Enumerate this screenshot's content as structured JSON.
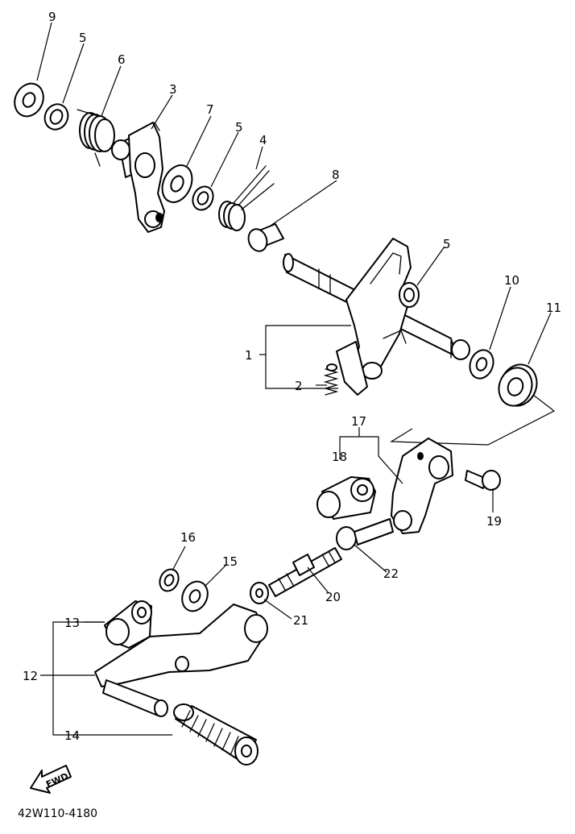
{
  "drawing_code": "42W110-4180",
  "direction_label": "FWD",
  "part_labels": {
    "p1": "1",
    "p2": "2",
    "p3": "3",
    "p4": "4",
    "p5": "5",
    "p6": "6",
    "p7": "7",
    "p8": "8",
    "p9": "9",
    "p10": "10",
    "p11": "11",
    "p12": "12",
    "p13": "13",
    "p14": "14",
    "p15": "15",
    "p16": "16",
    "p17": "17",
    "p18": "18",
    "p19": "19",
    "p20": "20",
    "p21": "21",
    "p22": "22"
  },
  "colors": {
    "ink": "#000000",
    "paper": "#ffffff"
  }
}
